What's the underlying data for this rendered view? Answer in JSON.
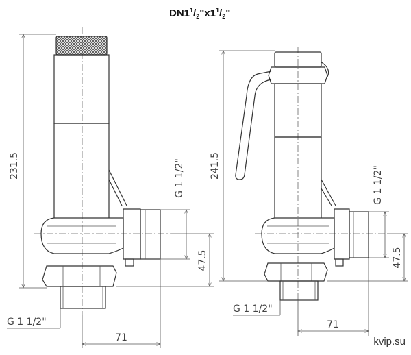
{
  "title": {
    "prefix": "DN1",
    "sup1": "1",
    "frac1": "/",
    "sub1": "2",
    "mid": "\"x1",
    "sup2": "1",
    "frac2": "/",
    "sub2": "2",
    "suffix": "\""
  },
  "left_view": {
    "height_label": "231.5",
    "offset_label": "47.5",
    "side_thread_label": "G 1 1/2\"",
    "bottom_thread_label": "G 1 1/2\"",
    "width_label": "71"
  },
  "right_view": {
    "height_label": "241.5",
    "offset_label": "47.5",
    "side_thread_label": "G 1 1/2\"",
    "bottom_thread_label": "G 1 1/2\"",
    "width_label": "71"
  },
  "watermark": "kvip.su"
}
